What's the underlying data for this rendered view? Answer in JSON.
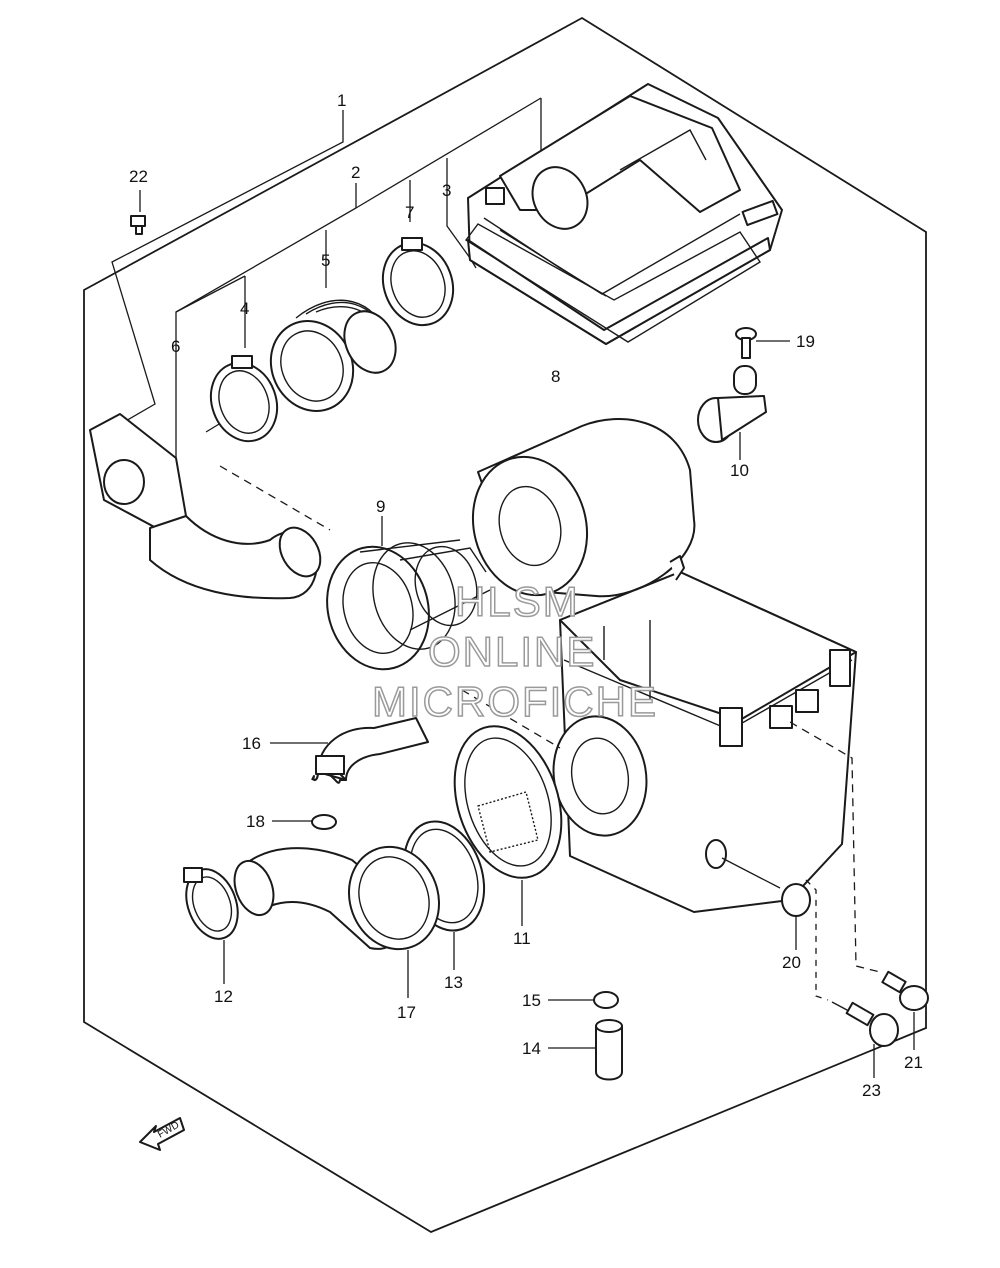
{
  "diagram": {
    "callouts": [
      {
        "id": "1",
        "label": "1"
      },
      {
        "id": "2",
        "label": "2"
      },
      {
        "id": "3",
        "label": "3"
      },
      {
        "id": "4",
        "label": "4"
      },
      {
        "id": "5",
        "label": "5"
      },
      {
        "id": "6",
        "label": "6"
      },
      {
        "id": "7",
        "label": "7"
      },
      {
        "id": "8",
        "label": "8"
      },
      {
        "id": "9",
        "label": "9"
      },
      {
        "id": "10",
        "label": "10"
      },
      {
        "id": "11",
        "label": "11"
      },
      {
        "id": "12",
        "label": "12"
      },
      {
        "id": "13",
        "label": "13"
      },
      {
        "id": "14",
        "label": "14"
      },
      {
        "id": "15",
        "label": "15"
      },
      {
        "id": "16",
        "label": "16"
      },
      {
        "id": "17",
        "label": "17"
      },
      {
        "id": "18",
        "label": "18"
      },
      {
        "id": "19",
        "label": "19"
      },
      {
        "id": "20",
        "label": "20"
      },
      {
        "id": "21",
        "label": "21"
      },
      {
        "id": "22",
        "label": "22"
      },
      {
        "id": "23",
        "label": "23"
      }
    ],
    "watermark": {
      "line1": "HLSM",
      "line2": "ONLINE",
      "line3": "MICROFICHE"
    },
    "fwd_label": "FWD"
  }
}
